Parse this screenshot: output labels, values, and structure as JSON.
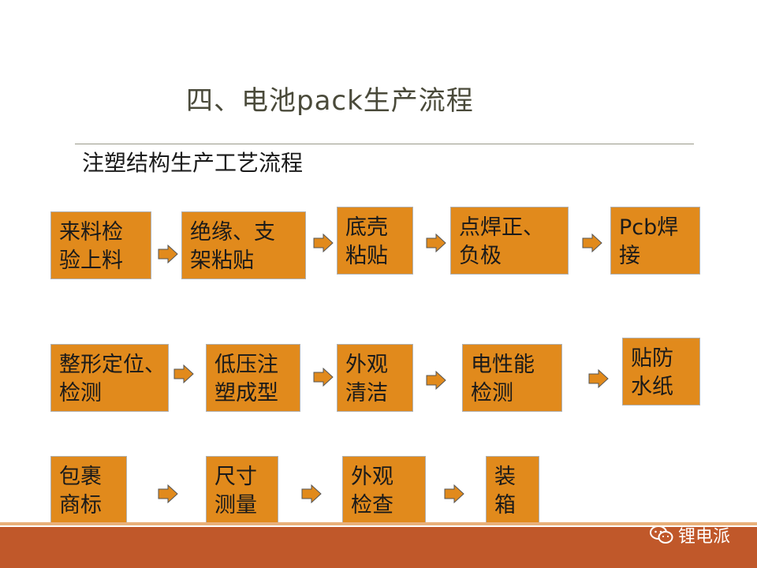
{
  "title": "四、电池pack生产流程",
  "subtitle": "注塑结构生产工艺流程",
  "rows": [
    [
      {
        "line1": "来料检",
        "line2": "验上料"
      },
      {
        "line1": "绝缘、支",
        "line2": "架粘贴"
      },
      {
        "line1": "底壳",
        "line2": "粘贴"
      },
      {
        "line1": "点焊正、",
        "line2": "负极"
      },
      {
        "line1": "Pcb焊",
        "line2": "接"
      }
    ],
    [
      {
        "line1": "整形定位、",
        "line2": "检测"
      },
      {
        "line1": "低压注",
        "line2": "塑成型"
      },
      {
        "line1": "外观",
        "line2": "清洁"
      },
      {
        "line1": "电性能",
        "line2": "检测"
      },
      {
        "line1": "贴防",
        "line2": "水纸"
      }
    ],
    [
      {
        "line1": "包裹",
        "line2": "商标"
      },
      {
        "line1": "尺寸",
        "line2": "测量"
      },
      {
        "line1": "外观",
        "line2": "检查"
      },
      {
        "line1": "装",
        "line2": "箱"
      }
    ]
  ],
  "watermark": {
    "icon": "wechat-icon",
    "text": "锂电派"
  },
  "colors": {
    "box": "#e18a1c",
    "arrow": "#e18a1c",
    "band": "#c0582a",
    "title": "#4a4a3a"
  }
}
